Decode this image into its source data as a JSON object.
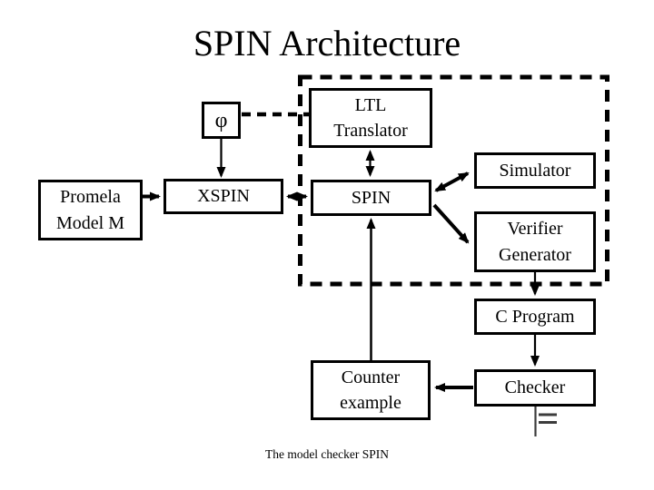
{
  "slide": {
    "title": "SPIN Architecture",
    "caption": "The model checker SPIN"
  },
  "colors": {
    "background": "#ffffff",
    "line": "#000000",
    "text": "#000000",
    "models_symbol": "#3c3c3c"
  },
  "boxes": {
    "phi": {
      "label": "φ"
    },
    "ltl_translator": {
      "label": "LTL\nTranslator"
    },
    "promela_model": {
      "label": "Promela\nModel M"
    },
    "xspin": {
      "label": "XSPIN"
    },
    "spin": {
      "label": "SPIN"
    },
    "simulator": {
      "label": "Simulator"
    },
    "verifier_generator": {
      "label": "Verifier\nGenerator"
    },
    "c_program": {
      "label": "C Program"
    },
    "counter_example": {
      "label": "Counter\nexample"
    },
    "checker": {
      "label": "Checker"
    }
  },
  "symbols": {
    "models": "⊨"
  },
  "dashed_group": [
    "ltl_translator",
    "spin",
    "simulator",
    "verifier_generator"
  ],
  "connections": [
    {
      "from": "phi",
      "to": "xspin",
      "style": "solid",
      "arrows": "end"
    },
    {
      "from": "phi",
      "to": "ltl_translator",
      "style": "dashed",
      "arrows": "none"
    },
    {
      "from": "promela_model",
      "to": "xspin",
      "style": "solid",
      "arrows": "end"
    },
    {
      "from": "xspin",
      "to": "spin",
      "style": "solid",
      "arrows": "both"
    },
    {
      "from": "ltl_translator",
      "to": "spin",
      "style": "solid",
      "arrows": "both"
    },
    {
      "from": "spin",
      "to": "simulator",
      "style": "solid",
      "arrows": "both"
    },
    {
      "from": "spin",
      "to": "verifier_generator",
      "style": "solid",
      "arrows": "end"
    },
    {
      "from": "verifier_generator",
      "to": "c_program",
      "style": "solid",
      "arrows": "end"
    },
    {
      "from": "c_program",
      "to": "checker",
      "style": "solid",
      "arrows": "end"
    },
    {
      "from": "checker",
      "to": "counter_example",
      "style": "solid",
      "arrows": "end"
    },
    {
      "from": "counter_example",
      "to": "spin",
      "style": "solid",
      "arrows": "end"
    }
  ]
}
